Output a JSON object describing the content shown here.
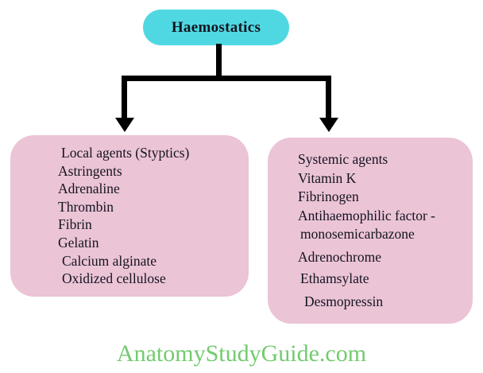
{
  "root": {
    "title": "Haemostatics"
  },
  "local_box": {
    "header": "Local agents (Styptics)",
    "items": [
      "Astringents",
      "Adrenaline",
      "Thrombin",
      "Fibrin",
      "Gelatin",
      "Calcium alginate",
      "Oxidized cellulose"
    ]
  },
  "systemic_box": {
    "header": "Systemic agents",
    "items": [
      "Vitamin K",
      "Fibrinogen",
      "Antihaemophilic factor -",
      "monosemicarbazone",
      "Adrenochrome",
      "Ethamsylate",
      "Desmopressin"
    ]
  },
  "watermark": {
    "label": "AnatomyStudyGuide.com"
  },
  "colors": {
    "node_cyan": "#4FD8E1",
    "node_pink": "#EBC4D6",
    "connector_black": "#000000",
    "watermark_green": "#72CB6F",
    "text_dark": "#141420"
  }
}
